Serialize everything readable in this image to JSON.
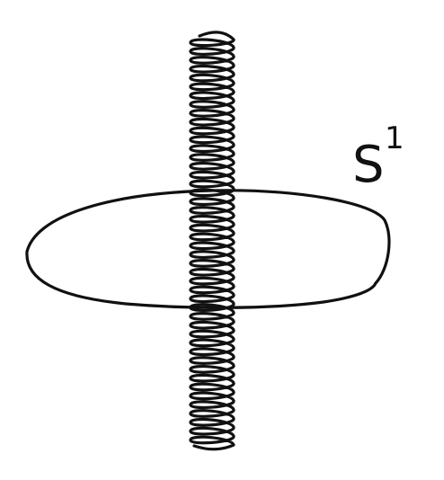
{
  "diagram": {
    "circle_label": {
      "letter": "S",
      "superscript": "1"
    },
    "helix_turns": 46,
    "ink_color": "#111111",
    "background_color": "#ffffff"
  }
}
